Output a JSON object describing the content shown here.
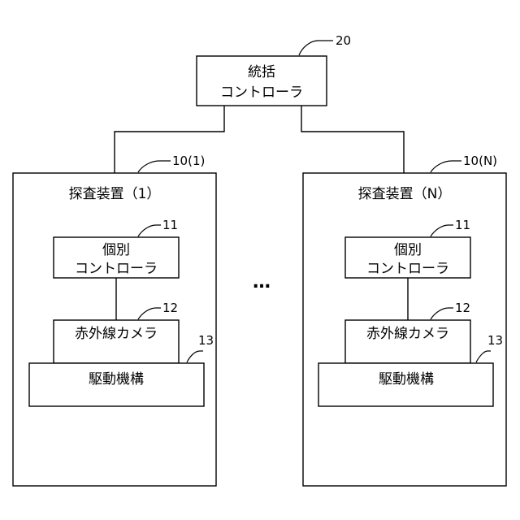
{
  "controller": {
    "line1": "統括",
    "line2": "コントローラ",
    "ref": "20"
  },
  "devices": [
    {
      "title": "探査装置（1）",
      "ref": "10(1)",
      "individual_controller": {
        "line1": "個別",
        "line2": "コントローラ",
        "ref": "11"
      },
      "ir_camera": {
        "label": "赤外線カメラ",
        "ref": "12"
      },
      "drive": {
        "label": "駆動機構",
        "ref": "13"
      }
    },
    {
      "title": "探査装置（N）",
      "ref": "10(N)",
      "individual_controller": {
        "line1": "個別",
        "line2": "コントローラ",
        "ref": "11"
      },
      "ir_camera": {
        "label": "赤外線カメラ",
        "ref": "12"
      },
      "drive": {
        "label": "駆動機構",
        "ref": "13"
      }
    }
  ],
  "ellipsis": "…"
}
